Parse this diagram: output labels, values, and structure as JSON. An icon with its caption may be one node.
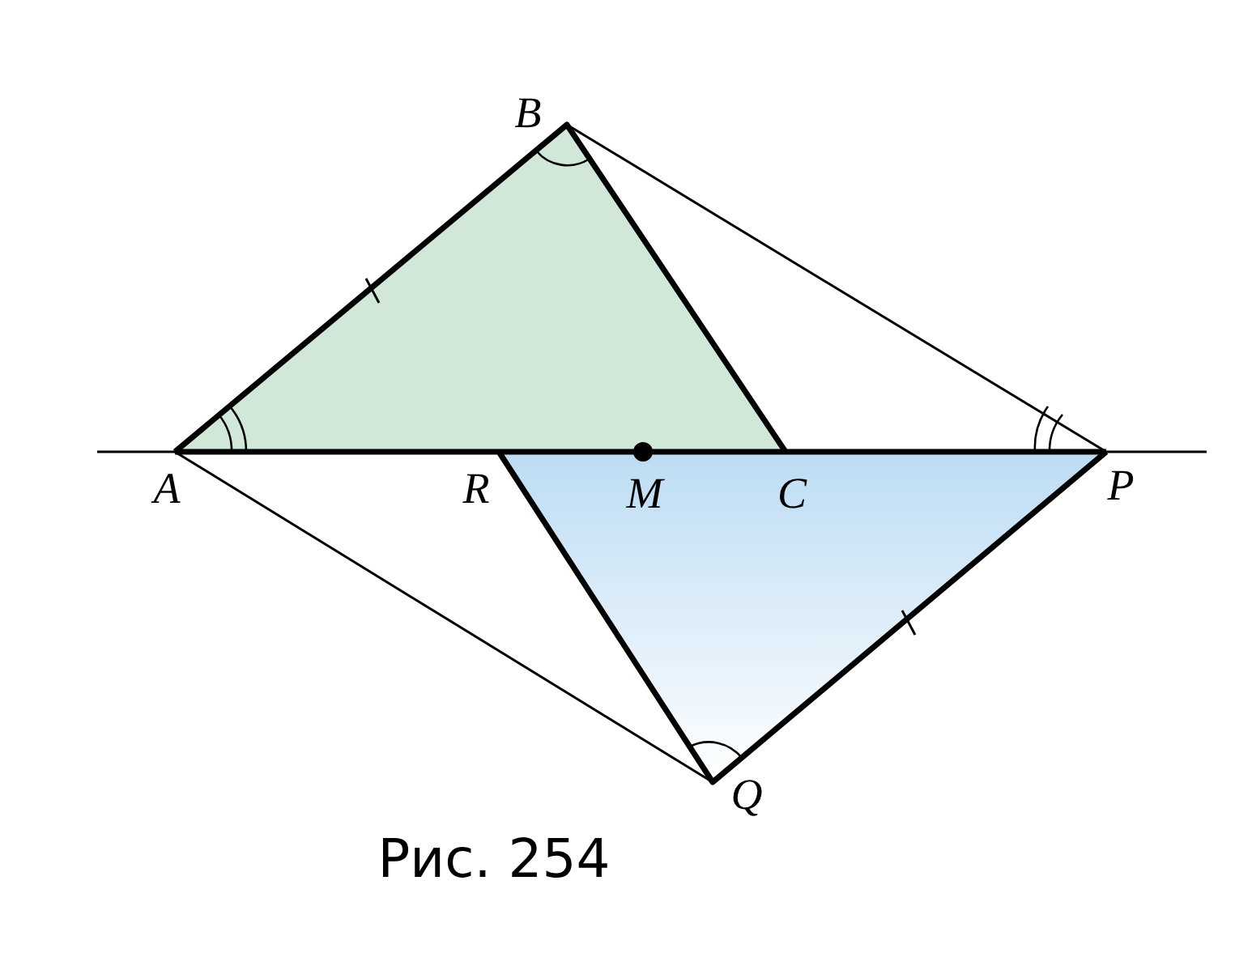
{
  "diagram": {
    "caption": "Рис. 254",
    "labels": [
      "B",
      "A",
      "R",
      "M",
      "C",
      "P",
      "Q"
    ]
  }
}
